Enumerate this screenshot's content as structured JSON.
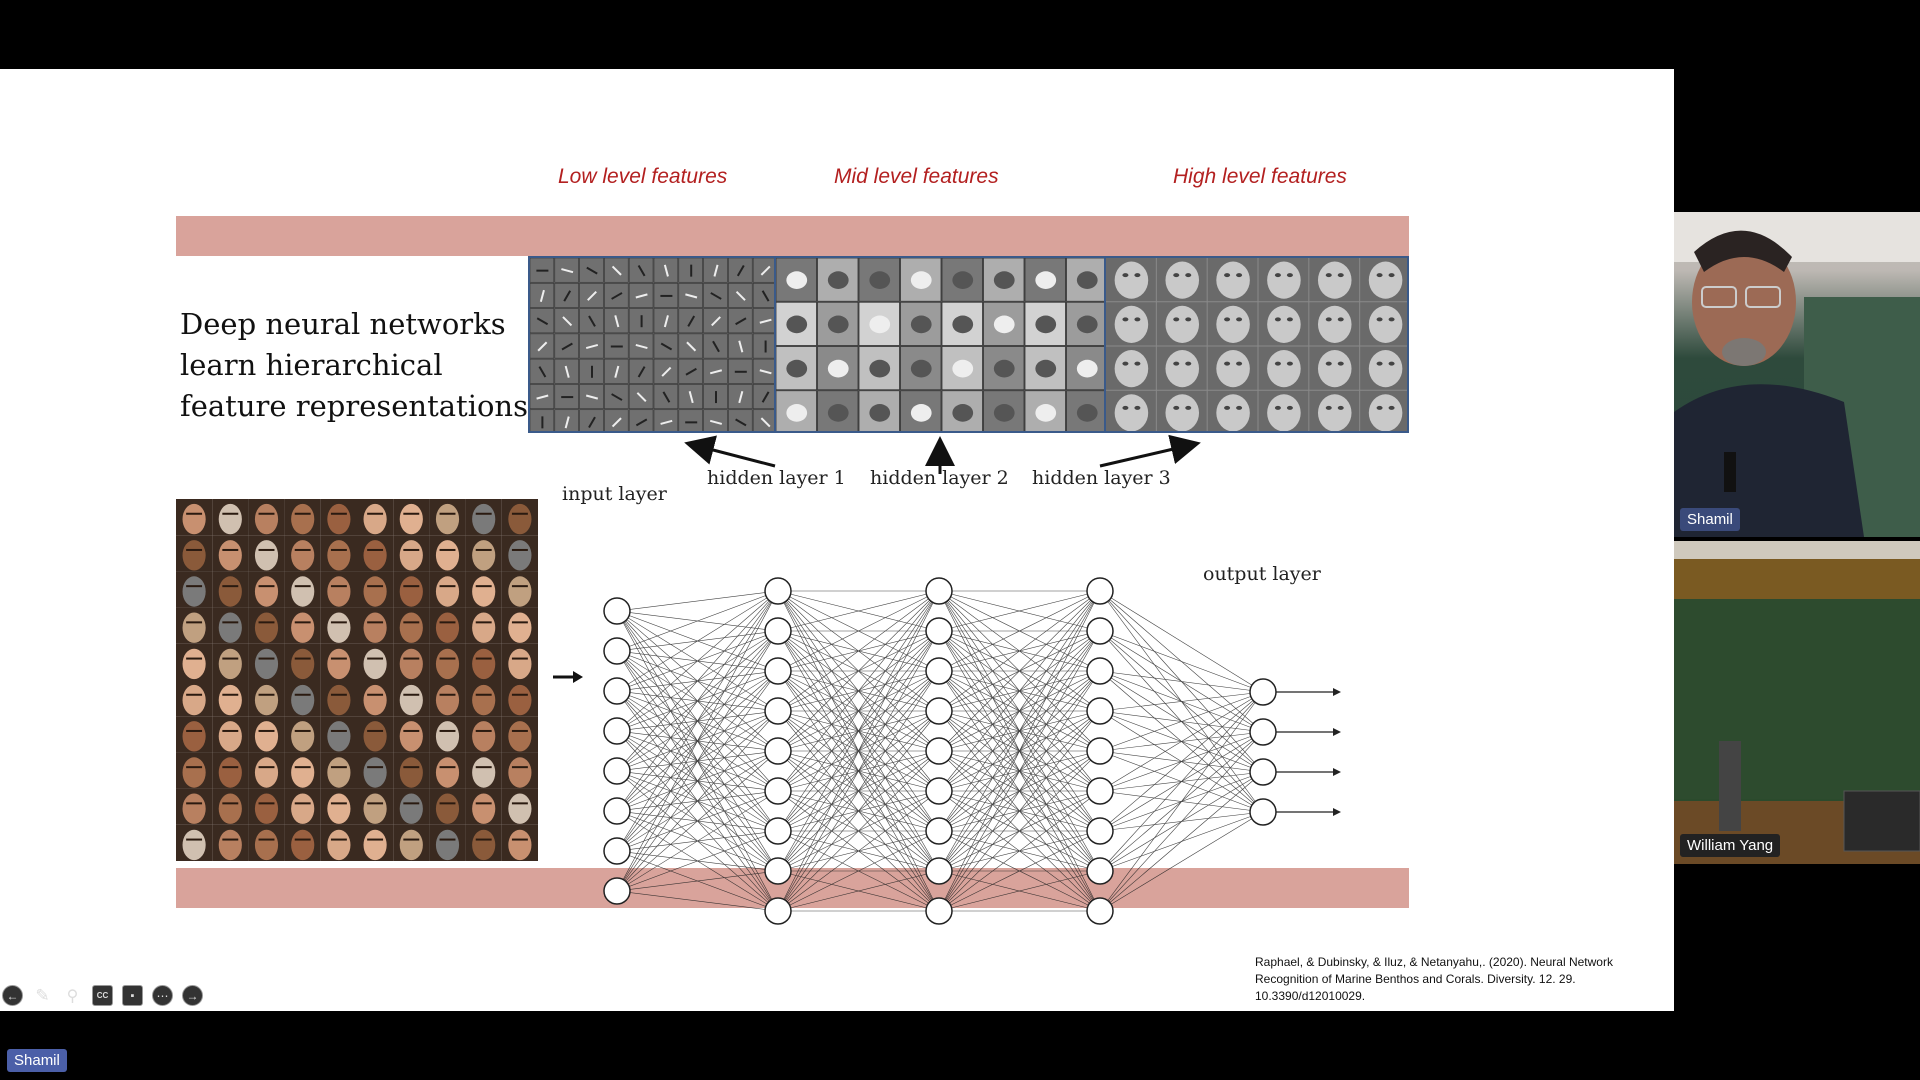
{
  "slide": {
    "feature_labels": [
      "Low level features",
      "Mid level features",
      "High level features"
    ],
    "heading": "Deep neural networks learn hierarchical feature representations",
    "layers": {
      "input": "input layer",
      "hidden1": "hidden layer 1",
      "hidden2": "hidden layer 2",
      "hidden3": "hidden layer 3",
      "output": "output layer"
    },
    "citation": "Raphael, & Dubinsky, & Iluz, & Netanyahu,. (2020). Neural Network Recognition of Marine Benthos and Corals. Diversity. 12. 29. 10.3390/d12010029.",
    "colors": {
      "label_red": "#b32020",
      "band": "#d9a39b",
      "strip_border": "#3a5a8a"
    }
  },
  "toolbar": {
    "icons": [
      "back-arrow-icon",
      "pen-icon",
      "zoom-icon",
      "closed-captions-icon",
      "video-off-icon",
      "more-icon",
      "forward-arrow-icon"
    ]
  },
  "participants": [
    {
      "name": "Shamil"
    },
    {
      "name": "William Yang"
    }
  ],
  "active_speaker": "Shamil"
}
